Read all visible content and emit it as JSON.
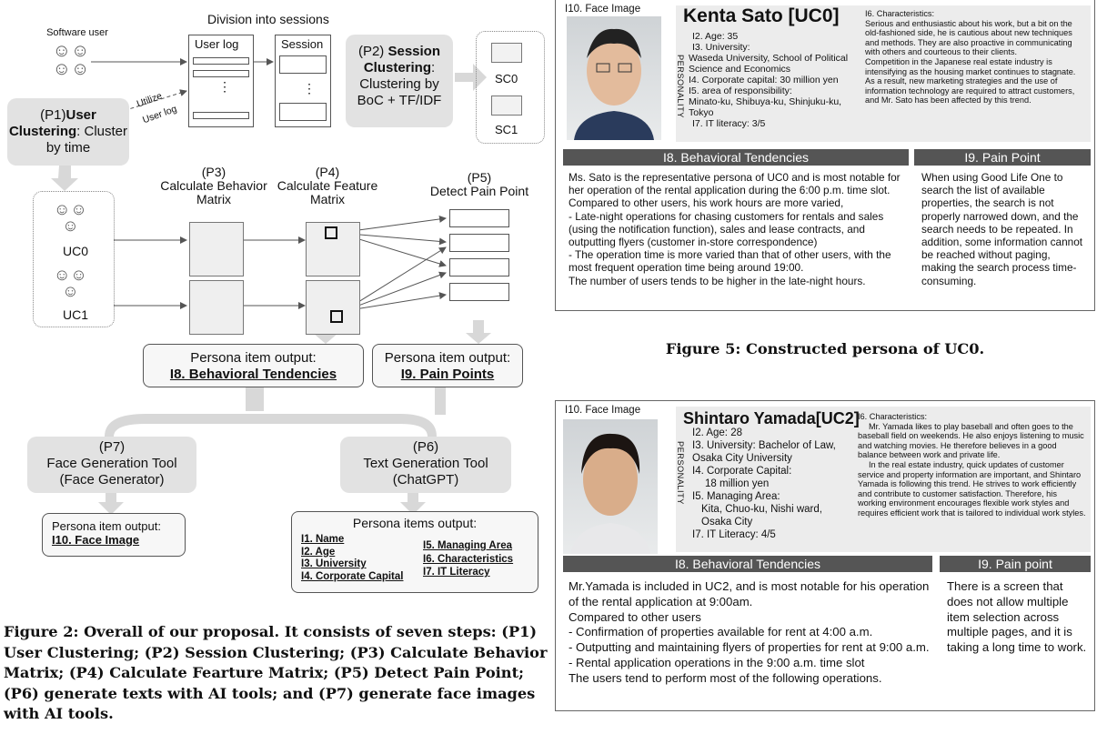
{
  "diagram": {
    "software_user": "Software user",
    "division": "Division into sessions",
    "user_log": "User log",
    "session": "Session",
    "p2": {
      "label": "(P2)",
      "bold": "Session Clustering",
      "rest": ": Clustering by BoC + TF/IDF"
    },
    "sc0": "SC0",
    "sc1": "SC1",
    "utilize1": "Utilize",
    "utilize2": "User log",
    "p1": {
      "label": "(P1)",
      "bold": "User Clustering",
      "rest": ": Cluster by time"
    },
    "p3": {
      "label": "(P3)",
      "text": "Calculate Behavior Matrix"
    },
    "p4": {
      "label": "(P4)",
      "text": "Calculate Feature Matrix"
    },
    "p5": {
      "label": "(P5)",
      "text": "Detect Pain Point"
    },
    "uc0": "UC0",
    "uc1": "UC1",
    "out8": {
      "title": "Persona item output:",
      "item": "I8. Behavioral Tendencies"
    },
    "out9": {
      "title": "Persona item output:",
      "item": "I9. Pain Points"
    },
    "p7": {
      "label": "(P7)",
      "line1": "Face Generation Tool",
      "line2": "(Face Generator)"
    },
    "p6": {
      "label": "(P6)",
      "line1": "Text Generation Tool",
      "line2": "(ChatGPT)"
    },
    "out10": {
      "title": "Persona item output:",
      "item": "I10. Face Image"
    },
    "outs": {
      "title": "Persona items output:",
      "items": [
        "I1. Name",
        "I2. Age",
        "I3. University",
        "I4. Corporate Capital",
        "I5. Managing Area",
        "I6. Characteristics",
        "I7. IT Literacy"
      ]
    }
  },
  "figure2_caption": "Figure 2: Overall of our proposal. It consists of seven steps: (P1) User Clustering; (P2) Session Clustering; (P3) Calculate Behavior Matrix; (P4) Calculate Fearture Matrix; (P5) Detect Pain Point; (P6) generate texts with AI tools; and (P7) generate face images with AI tools.",
  "persona_uc0": {
    "face_label": "I10. Face Image",
    "name": "Kenta Sato [UC0]",
    "personality": "PERSONALITY",
    "details": [
      "I2. Age: 35",
      "I3. University:",
      "Waseda University, School of Political Science and Economics",
      "I4. Corporate capital: 30 million yen",
      "I5. area of responsibility:",
      "Minato-ku, Shibuya-ku, Shinjuku-ku, Tokyo",
      "I7. IT literacy: 3/5"
    ],
    "characteristics": [
      "I6. Characteristics:",
      "Serious and enthusiastic about his work, but a bit on the old-fashioned side, he is cautious about new techniques and methods. They are also proactive in communicating with others and courteous to their clients.",
      "Competition in the Japanese real estate industry is intensifying as the housing market continues to stagnate. As a result, new marketing strategies and the use of information technology are required to attract customers, and Mr. Sato has been affected by this trend."
    ],
    "behavior_title": "I8. Behavioral Tendencies",
    "behavior": [
      "Ms. Sato is the representative persona of UC0 and is most notable for her operation of the rental application during the 6:00 p.m. time slot.",
      "Compared to other users, his work hours are more varied,",
      "- Late-night operations for chasing customers for rentals and sales (using the notification function), sales and lease contracts, and outputting flyers (customer in-store correspondence)",
      "- The operation time is more varied than that of other users, with the most frequent operation time being around 19:00.",
      "The number of users tends to be higher in the late-night hours."
    ],
    "pain_title": "I9. Pain Point",
    "pain": "When using Good Life One to search the list of available properties, the search is not properly narrowed down, and the search needs to be repeated. In addition, some information cannot be reached without paging, making the search process time-consuming."
  },
  "figure5_caption": "Figure 5: Constructed persona of UC0.",
  "persona_uc2": {
    "face_label": "I10. Face Image",
    "name": "Shintaro Yamada[UC2]",
    "personality": "PERSONALITY",
    "details": [
      "I2. Age: 28",
      "I3. University: Bachelor of Law, Osaka City University",
      "I4. Corporate Capital:",
      "18 million yen",
      "I5. Managing Area:",
      "Kita, Chuo-ku, Nishi ward, Osaka City",
      "I7. IT Literacy: 4/5"
    ],
    "characteristics": [
      "I6. Characteristics:",
      "Mr. Yamada likes to play baseball and often goes to the baseball field on weekends. He also enjoys listening to music and watching movies. He therefore believes in a good balance between work and private life.",
      "In the real estate industry, quick updates of customer service and property information are important, and Shintaro Yamada is following this trend. He strives to work efficiently and contribute to customer satisfaction. Therefore, his working environment encourages flexible work styles and requires efficient work that is tailored to individual work styles."
    ],
    "behavior_title": "I8. Behavioral Tendencies",
    "behavior": [
      "Mr.Yamada is included in UC2, and is most notable for his operation of the rental application at 9:00am.",
      "Compared to other users",
      "- Confirmation of properties available for rent at 4:00 a.m.",
      "- Outputting and maintaining flyers of properties for rent at 9:00 a.m.",
      "- Rental application operations in the 9:00 a.m. time slot",
      "The users tend to perform most of the following operations."
    ],
    "pain_title": "I9. Pain point",
    "pain": "There is a screen that does not allow multiple item selection across multiple pages, and it is taking a long time to work."
  },
  "colors": {
    "gray_box": "#e2e2e2",
    "bar": "#555555"
  }
}
